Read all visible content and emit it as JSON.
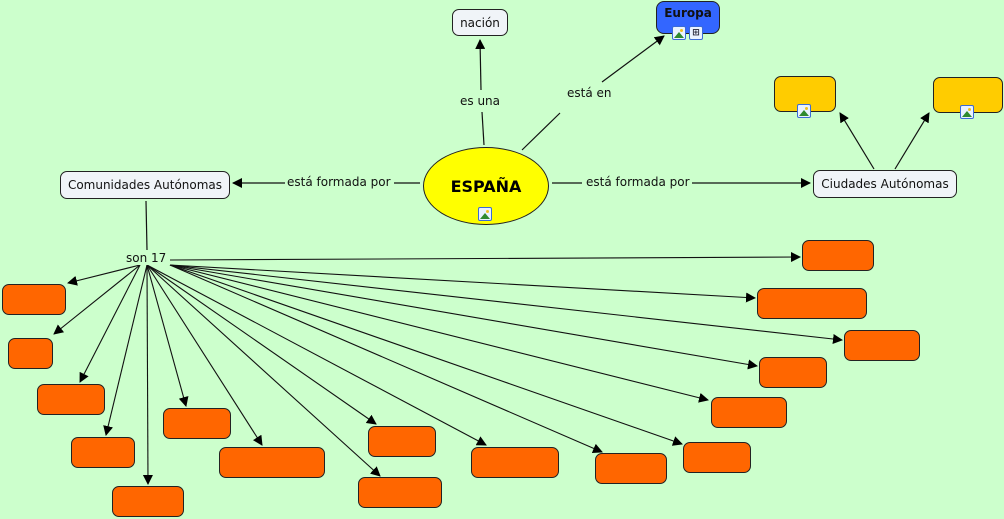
{
  "colors": {
    "background": "#ccffcc",
    "center": "#ffff00",
    "concept": "#f0f4f8",
    "europa": "#3366ff",
    "ciudad": "#ffcc00",
    "comunidad": "#ff6600"
  },
  "nodes": {
    "center": {
      "label": "ESPAÑA",
      "icon": "image-icon"
    },
    "nacion": {
      "label": "nación"
    },
    "europa": {
      "label": "Europa",
      "icons": [
        "image-icon",
        "concept-map-icon"
      ]
    },
    "comunidades": {
      "label": "Comunidades Autónomas"
    },
    "ciudades": {
      "label": "Ciudades Autónomas"
    },
    "ciudad_items": [
      {
        "label": "",
        "icon": "image-icon"
      },
      {
        "label": "",
        "icon": "image-icon"
      }
    ],
    "comunidad_items_count": 17
  },
  "links": {
    "es_una": "es una",
    "esta_en": "está en",
    "formada_left": "está formada por",
    "formada_right": "está formada por",
    "son_17": "son 17"
  }
}
